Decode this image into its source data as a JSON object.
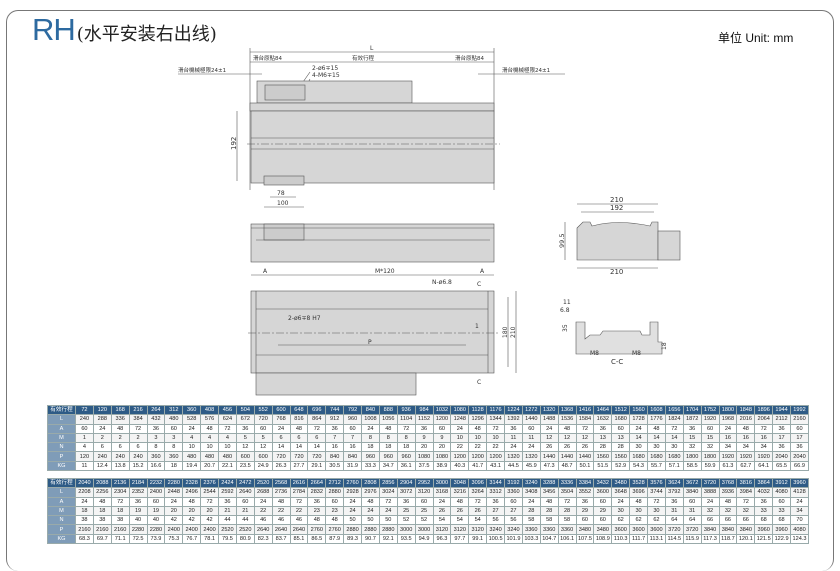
{
  "header": {
    "model": "RH",
    "subtitle": "(水平安装右出线)",
    "unit": "单位 Unit: mm"
  },
  "drawing": {
    "top_view": {
      "dim_L": "L",
      "slider_origin_left": "滑台原點84",
      "effective_stroke": "有效行程",
      "slider_origin_right": "滑台原點84",
      "mech_limit_left": "滑台機械極限24±1",
      "mech_limit_right": "滑台機械極限24±1",
      "hole_pin": "2-ø6∓15",
      "hole_thread": "4-M6∓15",
      "dim_192": "192",
      "dim_78": "78",
      "dim_100": "100"
    },
    "bottom_view": {
      "dim_A_left": "A",
      "dim_M120": "M*120",
      "dim_A_right": "A",
      "holes_N": "N-ø6.8",
      "dim_C1": "C",
      "dim_C2": "C",
      "pin_holes": "2-ø6∓8  H7",
      "dim_P": "P",
      "dim_1": "1",
      "dim_180": "180",
      "dim_210": "210"
    },
    "end_view": {
      "dim_210_top": "210",
      "dim_192": "192",
      "dim_99_5": "99.5",
      "dim_210_bottom": "210"
    },
    "section": {
      "dim_11": "11",
      "dim_6_8": "6.8",
      "dim_35": "35",
      "dim_18": "18",
      "thread_left": "M8",
      "thread_right": "M8",
      "label": "C-C"
    }
  },
  "tables": [
    {
      "row_labels": [
        "有效行程",
        "L",
        "A",
        "M",
        "N",
        "P",
        "KG"
      ],
      "stroke": [
        72,
        120,
        168,
        216,
        264,
        312,
        360,
        408,
        456,
        504,
        552,
        600,
        648,
        696,
        744,
        792,
        840,
        888,
        936,
        984,
        1032,
        1080,
        1128,
        1176,
        1224,
        1272,
        1320,
        1368,
        1416,
        1464,
        1512,
        1560,
        1608,
        1656,
        1704,
        1752,
        1800,
        1848,
        1896,
        1944,
        1992
      ],
      "L": [
        240,
        288,
        336,
        384,
        432,
        480,
        528,
        576,
        624,
        672,
        720,
        768,
        816,
        864,
        912,
        960,
        1008,
        1056,
        1104,
        1152,
        1200,
        1248,
        1296,
        1344,
        1392,
        1440,
        1488,
        1536,
        1584,
        1632,
        1680,
        1728,
        1776,
        1824,
        1872,
        1920,
        1968,
        2016,
        2064,
        2112,
        2160
      ],
      "A": [
        60,
        24,
        48,
        72,
        36,
        60,
        24,
        48,
        72,
        36,
        60,
        24,
        48,
        72,
        36,
        60,
        24,
        48,
        72,
        36,
        60,
        24,
        48,
        72,
        36,
        60,
        24,
        48,
        72,
        36,
        60,
        24,
        48,
        72,
        36,
        60,
        24,
        48,
        72,
        36,
        60
      ],
      "M": [
        1,
        2,
        2,
        2,
        3,
        3,
        4,
        4,
        4,
        5,
        5,
        6,
        6,
        6,
        7,
        7,
        8,
        8,
        8,
        9,
        9,
        10,
        10,
        10,
        11,
        11,
        12,
        12,
        12,
        13,
        13,
        14,
        14,
        14,
        15,
        15,
        16,
        16,
        16,
        17,
        17
      ],
      "N": [
        4,
        6,
        6,
        6,
        8,
        8,
        10,
        10,
        10,
        12,
        12,
        14,
        14,
        14,
        16,
        16,
        18,
        18,
        18,
        20,
        20,
        22,
        22,
        22,
        24,
        24,
        26,
        26,
        26,
        28,
        28,
        30,
        30,
        30,
        32,
        32,
        34,
        34,
        34,
        36,
        36
      ],
      "P": [
        120,
        240,
        240,
        240,
        360,
        360,
        480,
        480,
        480,
        600,
        600,
        720,
        720,
        720,
        840,
        840,
        960,
        960,
        960,
        1080,
        1080,
        1200,
        1200,
        1200,
        1320,
        1320,
        1440,
        1440,
        1440,
        1560,
        1560,
        1680,
        1680,
        1680,
        1800,
        1800,
        1920,
        1920,
        1920,
        2040,
        2040
      ],
      "KG": [
        11,
        12.4,
        13.8,
        15.2,
        16.6,
        18,
        19.4,
        20.7,
        22.1,
        23.5,
        24.9,
        26.3,
        27.7,
        29.1,
        30.5,
        31.9,
        33.3,
        34.7,
        36.1,
        37.5,
        38.9,
        40.3,
        41.7,
        43.1,
        44.5,
        45.9,
        47.3,
        48.7,
        50.1,
        51.5,
        52.9,
        54.3,
        55.7,
        57.1,
        58.5,
        59.9,
        61.3,
        62.7,
        64.1,
        65.5,
        66.9
      ]
    },
    {
      "row_labels": [
        "有效行程",
        "L",
        "A",
        "M",
        "N",
        "P",
        "KG"
      ],
      "stroke": [
        2040,
        2088,
        2136,
        2184,
        2232,
        2280,
        2328,
        2376,
        2424,
        2472,
        2520,
        2568,
        2616,
        2664,
        2712,
        2760,
        2808,
        2856,
        2904,
        2952,
        3000,
        3048,
        3096,
        3144,
        3192,
        3240,
        3288,
        3336,
        3384,
        3432,
        3480,
        3528,
        3576,
        3624,
        3672,
        3720,
        3768,
        3816,
        3864,
        3912,
        3960
      ],
      "L": [
        2208,
        2256,
        2304,
        2352,
        2400,
        2448,
        2496,
        2544,
        2592,
        2640,
        2688,
        2736,
        2784,
        2832,
        2880,
        2928,
        2976,
        3024,
        3072,
        3120,
        3168,
        3216,
        3264,
        3312,
        3360,
        3408,
        3456,
        3504,
        3552,
        3600,
        3648,
        3696,
        3744,
        3792,
        3840,
        3888,
        3936,
        3984,
        4032,
        4080,
        4128
      ],
      "A": [
        24,
        48,
        72,
        36,
        60,
        24,
        48,
        72,
        36,
        60,
        24,
        48,
        72,
        36,
        60,
        24,
        48,
        72,
        36,
        60,
        24,
        48,
        72,
        36,
        60,
        24,
        48,
        72,
        36,
        60,
        24,
        48,
        72,
        36,
        60,
        24,
        48,
        72,
        36,
        60,
        24
      ],
      "M": [
        18,
        18,
        18,
        19,
        19,
        20,
        20,
        20,
        21,
        21,
        22,
        22,
        22,
        23,
        23,
        24,
        24,
        24,
        25,
        25,
        26,
        26,
        26,
        27,
        27,
        28,
        28,
        28,
        29,
        29,
        30,
        30,
        30,
        31,
        31,
        32,
        32,
        32,
        33,
        33,
        34
      ],
      "N": [
        38,
        38,
        38,
        40,
        40,
        42,
        42,
        42,
        44,
        44,
        46,
        46,
        46,
        48,
        48,
        50,
        50,
        50,
        52,
        52,
        54,
        54,
        54,
        56,
        56,
        58,
        58,
        58,
        60,
        60,
        62,
        62,
        62,
        64,
        64,
        66,
        66,
        66,
        68,
        68,
        70
      ],
      "P": [
        2160,
        2160,
        2160,
        2280,
        2280,
        2400,
        2400,
        2400,
        2520,
        2520,
        2640,
        2640,
        2640,
        2760,
        2760,
        2880,
        2880,
        2880,
        3000,
        3000,
        3120,
        3120,
        3120,
        3240,
        3240,
        3360,
        3360,
        3360,
        3480,
        3480,
        3600,
        3600,
        3600,
        3720,
        3720,
        3840,
        3840,
        3840,
        3960,
        3960,
        4080
      ],
      "KG": [
        68.3,
        69.7,
        71.1,
        72.5,
        73.9,
        75.3,
        76.7,
        78.1,
        79.5,
        80.9,
        82.3,
        83.7,
        85.1,
        86.5,
        87.9,
        89.3,
        90.7,
        92.1,
        93.5,
        94.9,
        96.3,
        97.7,
        99.1,
        100.5,
        101.9,
        103.3,
        104.7,
        106.1,
        107.5,
        108.9,
        110.3,
        111.7,
        113.1,
        114.5,
        115.9,
        117.3,
        118.7,
        120.1,
        121.5,
        122.9,
        124.3
      ]
    }
  ],
  "colors": {
    "brand": "#2d6aa0",
    "table_header": "#2e5b86",
    "row_header": "#7f9cb8",
    "part_fill": "#d6d6d6"
  }
}
